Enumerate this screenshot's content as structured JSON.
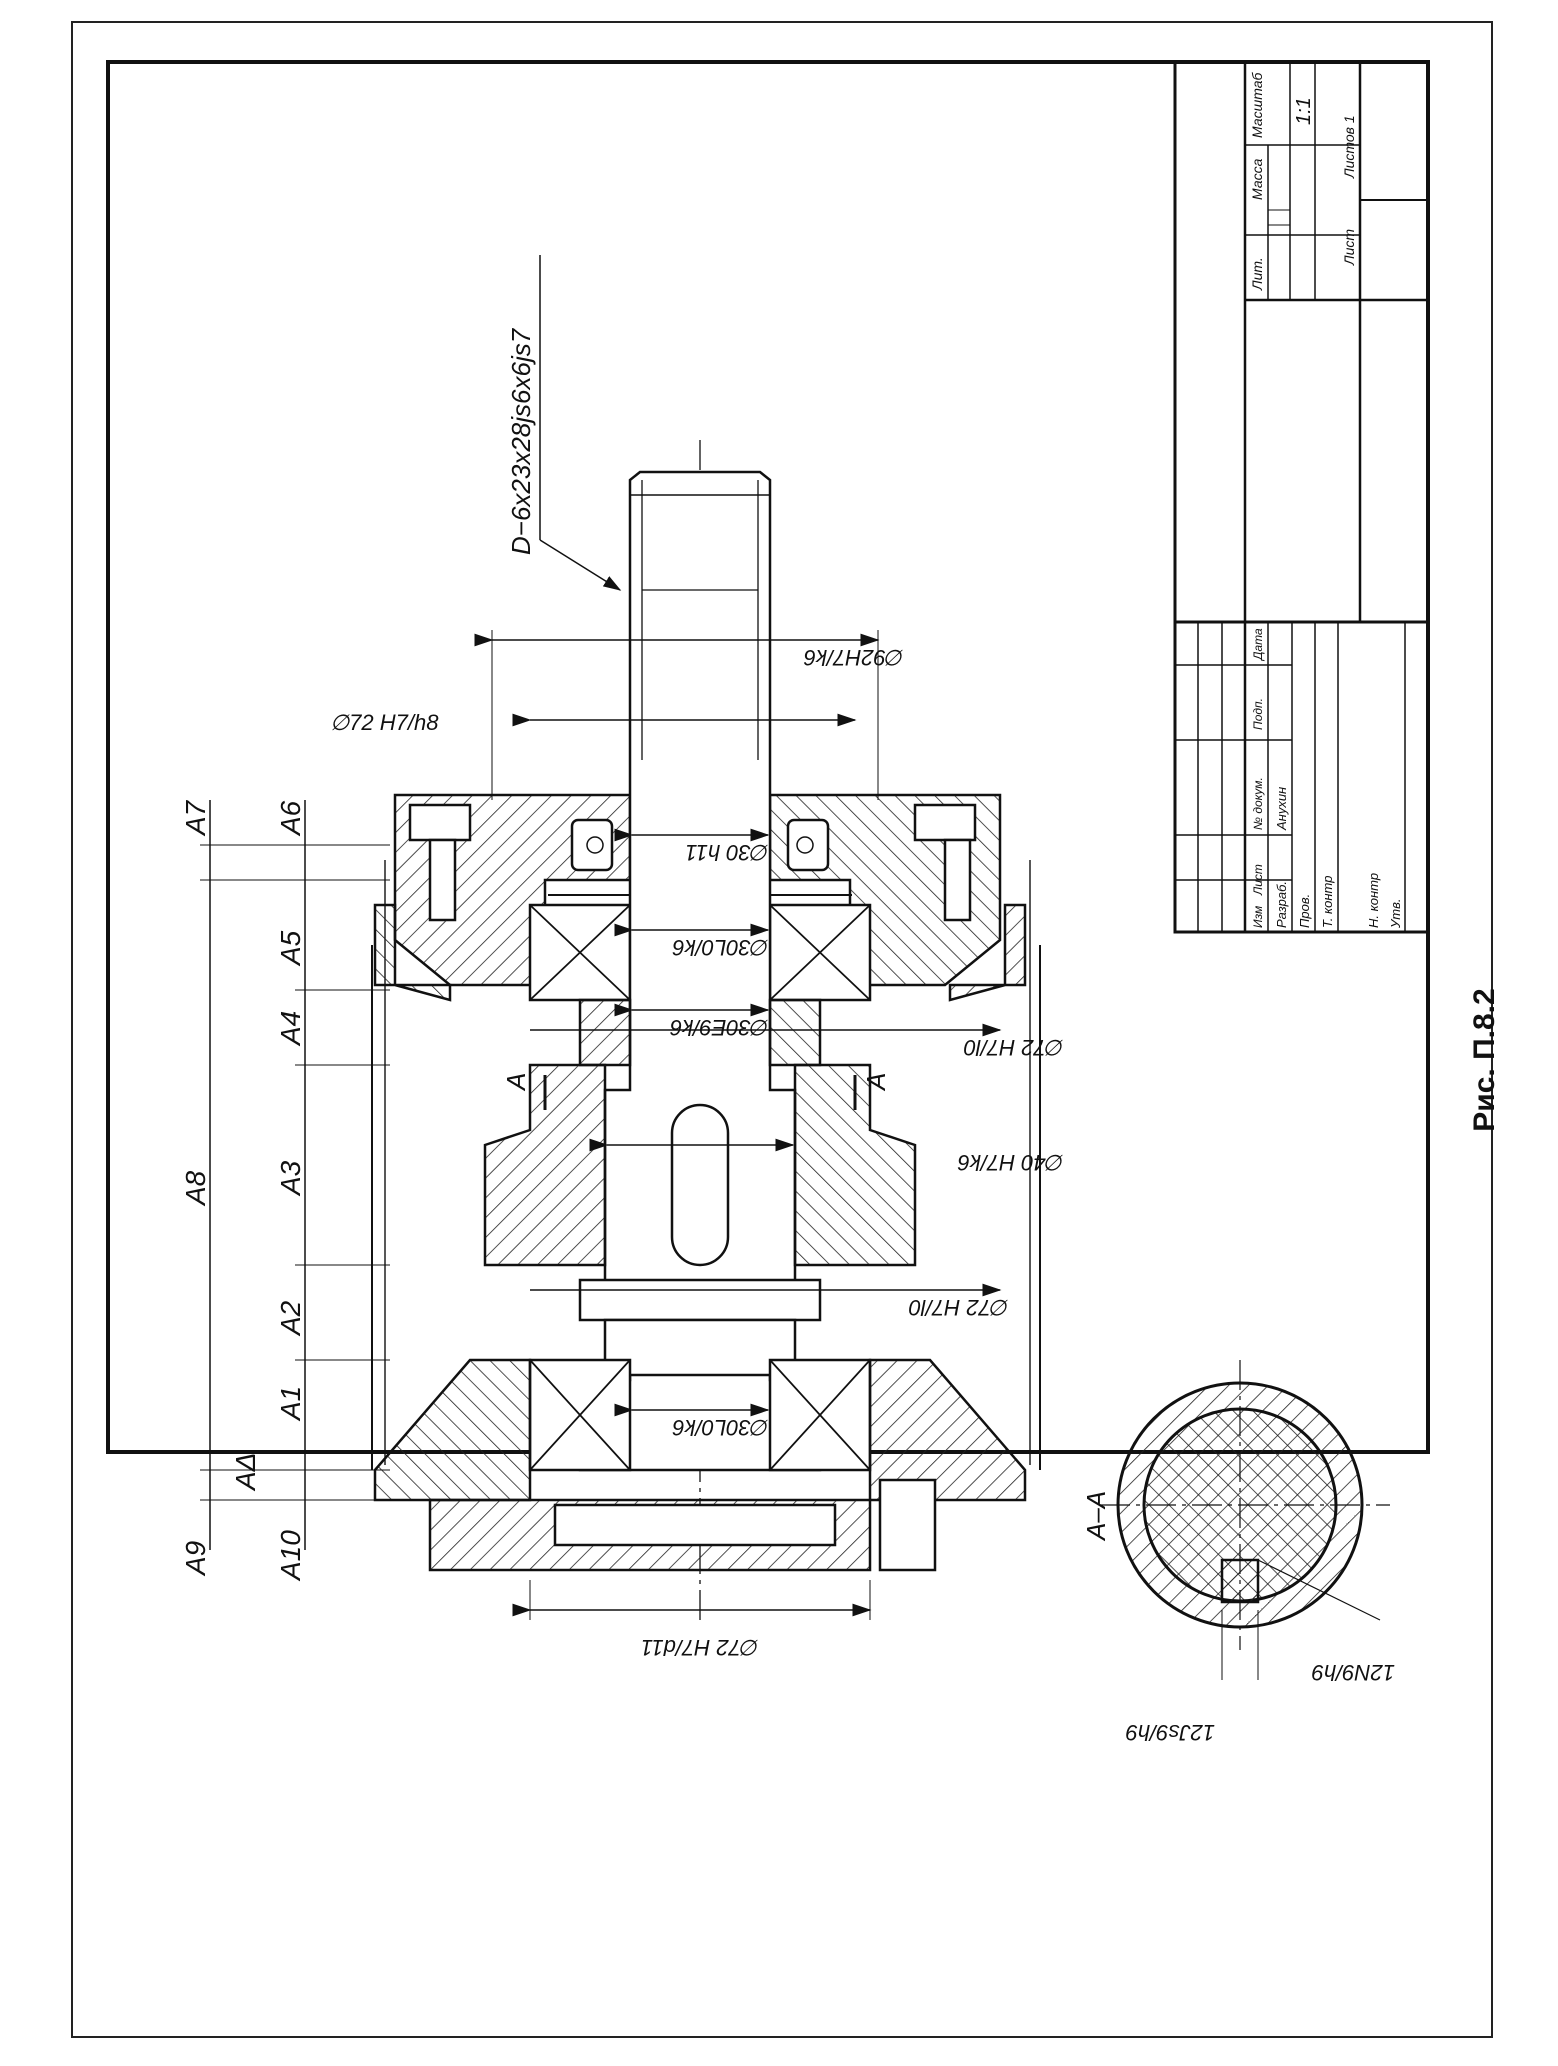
{
  "figure_caption": "Рис. П.8.2",
  "spline_label": "D−6x23x28js6x6js7",
  "section_label": "A–A",
  "section_marks": [
    "A",
    "A"
  ],
  "fits": {
    "top_outer": "∅92H7/k6",
    "cover_bore": "∅72 H7/h8",
    "seal_shaft": "∅30 h11",
    "bearing_top": "∅30L0/k6",
    "sleeve_top": "∅30E9/k6",
    "housing_top": "∅72 H7/l0",
    "gear_fit": "∅40 H7/k6",
    "housing_bottom": "∅72 H7/l0",
    "bearing_bottom": "∅30L0/k6",
    "cap_bottom": "∅72 H7/d11",
    "key_hub": "12Js9/h9",
    "key_shaft": "12N9/h9"
  },
  "chain_dims": [
    "A7",
    "A6",
    "A5",
    "A4",
    "A8",
    "A3",
    "A2",
    "A1",
    "AΔ",
    "A9",
    "A10"
  ],
  "title_block": {
    "headers": [
      "Лит.",
      "Масса",
      "Масштаб"
    ],
    "scale": "1:1",
    "sheet": "Лист",
    "sheets": "Листов 1",
    "columns": [
      "Изм",
      "Лист",
      "№ докум.",
      "Подп.",
      "Дата"
    ],
    "rows": [
      "Разраб.",
      "Пров.",
      "Т. контр",
      "Н. контр",
      "Утв."
    ],
    "developer": "Анухин"
  }
}
